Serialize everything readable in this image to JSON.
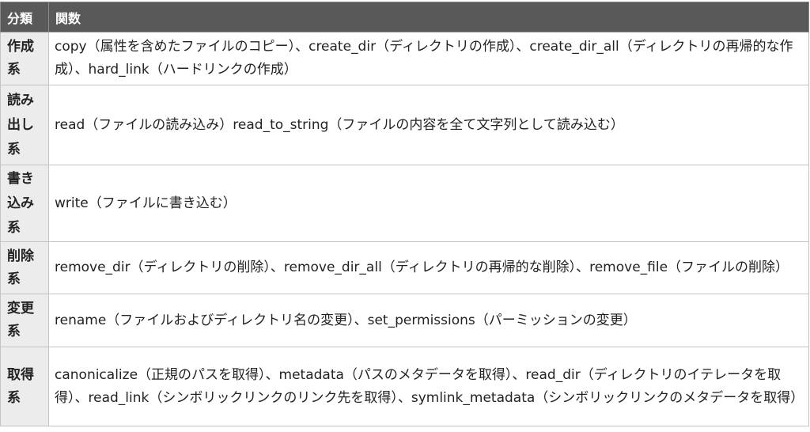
{
  "table": {
    "headers": [
      "分類",
      "関数"
    ],
    "rows": [
      {
        "category": "作成系",
        "functions": "copy（属性を含めたファイルのコピー）、create_dir（ディレクトリの作成）、create_dir_all（ディレクトリの再帰的な作成）、hard_link（ハードリンクの作成）"
      },
      {
        "category": "読み出し系",
        "functions": "read（ファイルの読み込み）read_to_string（ファイルの内容を全て文字列として読み込む）"
      },
      {
        "category": "書き込み系",
        "functions": "write（ファイルに書き込む）"
      },
      {
        "category": "削除系",
        "functions": "remove_dir（ディレクトリの削除）、remove_dir_all（ディレクトリの再帰的な削除）、remove_file（ファイルの削除）"
      },
      {
        "category": "変更系",
        "functions": "rename（ファイルおよびディレクトリ名の変更）、set_permissions（パーミッションの変更）"
      },
      {
        "category": "取得系",
        "functions": "canonicalize（正規のパスを取得）、metadata（パスのメタデータを取得）、read_dir（ディレクトリのイテレータを取得）、read_link（シンボリックリンクのリンク先を取得）、symlink_metadata（シンボリックリンクのメタデータを取得）"
      }
    ]
  }
}
